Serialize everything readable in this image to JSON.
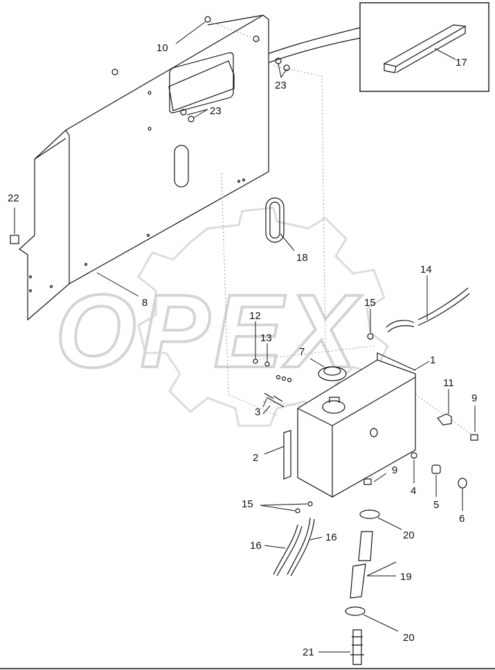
{
  "watermark": {
    "text": "OPEX",
    "color": "#d9d9d9"
  },
  "callouts": {
    "c1": "1",
    "c2": "2",
    "c3": "3",
    "c4": "4",
    "c5": "5",
    "c6": "6",
    "c7": "7",
    "c8": "8",
    "c9a": "9",
    "c9b": "9",
    "c10": "10",
    "c11": "11",
    "c12": "12",
    "c13": "13",
    "c14": "14",
    "c15a": "15",
    "c15b": "15",
    "c16a": "16",
    "c16b": "16",
    "c17": "17",
    "c18": "18",
    "c19": "19",
    "c20a": "20",
    "c20b": "20",
    "c21": "21",
    "c22": "22",
    "c23a": "23",
    "c23b": "23"
  }
}
